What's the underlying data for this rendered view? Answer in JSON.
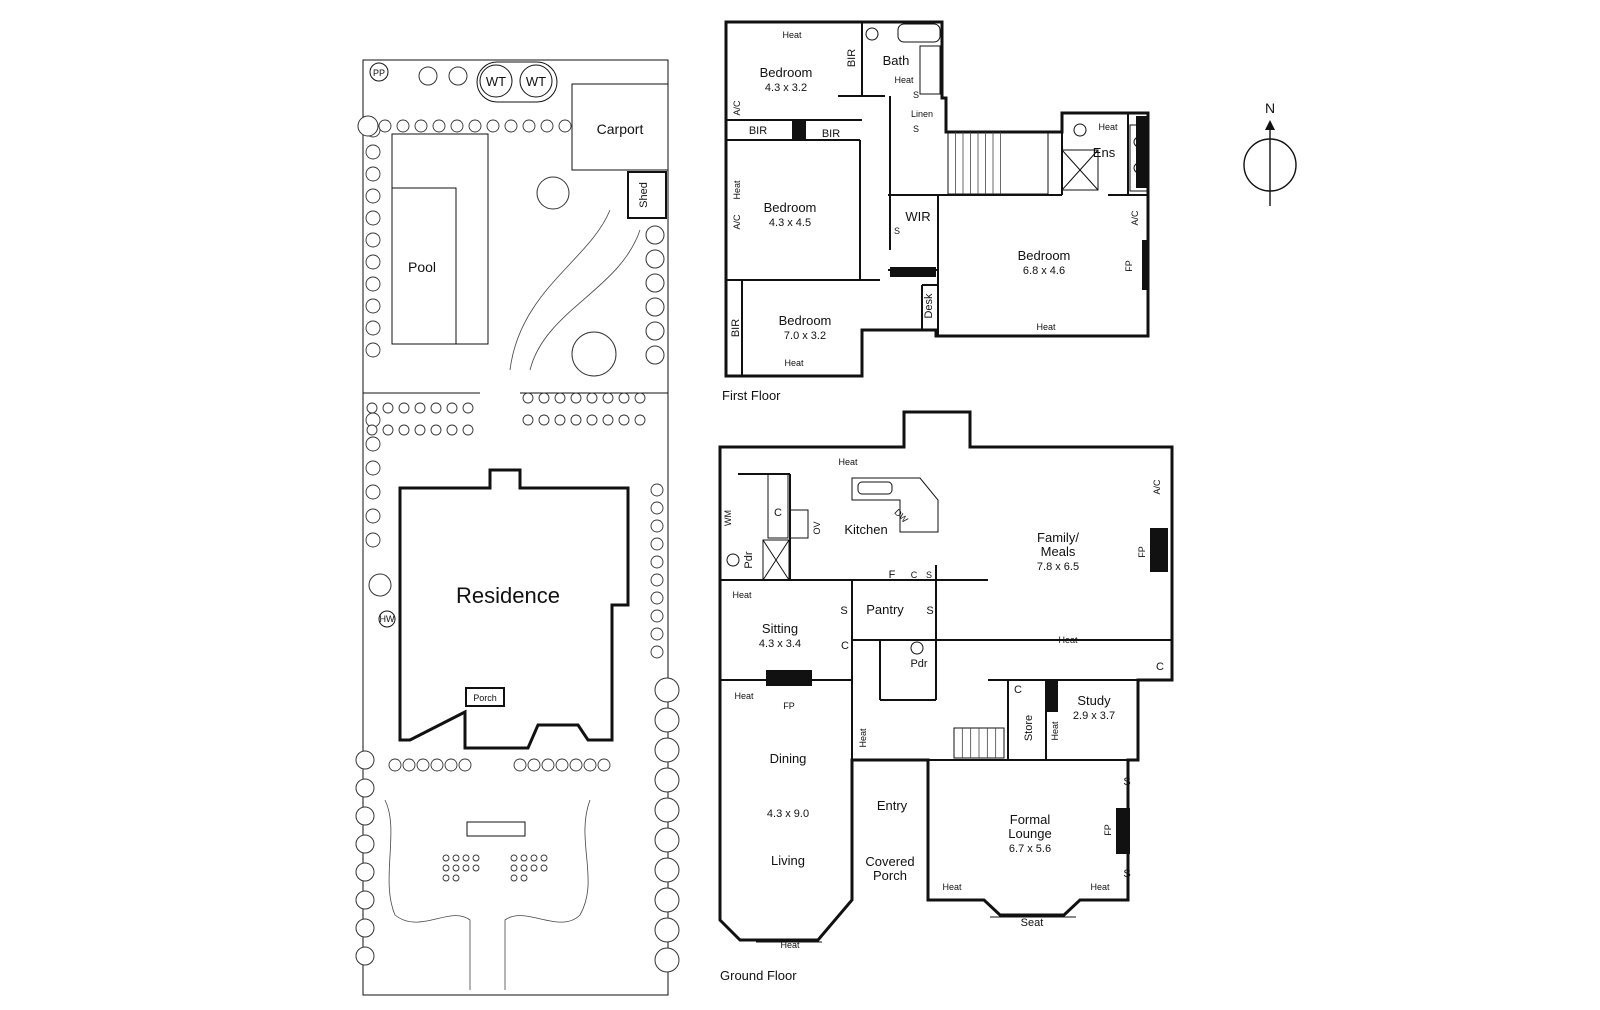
{
  "site": {
    "pp": "PP",
    "wt1": "WT",
    "wt2": "WT",
    "carport": "Carport",
    "shed": "Shed",
    "pool": "Pool",
    "residence": "Residence",
    "hw": "HW",
    "porch": "Porch"
  },
  "first_floor": {
    "caption": "First Floor",
    "bedroom1": {
      "name": "Bedroom",
      "dim": "4.3 x 3.2"
    },
    "bedroom2": {
      "name": "Bedroom",
      "dim": "4.3 x 4.5"
    },
    "bedroom3": {
      "name": "Bedroom",
      "dim": "7.0 x 3.2"
    },
    "bedroom4": {
      "name": "Bedroom",
      "dim": "6.8 x 4.6"
    },
    "bath": "Bath",
    "ens": "Ens",
    "wir": "WIR",
    "desk": "Desk",
    "linen": "Linen",
    "bir": "BIR",
    "ac": "A/C",
    "fp": "FP",
    "heat": "Heat",
    "s": "S"
  },
  "ground_floor": {
    "caption": "Ground Floor",
    "kitchen": "Kitchen",
    "family": {
      "name": "Family/\nMeals",
      "line1": "Family/",
      "line2": "Meals",
      "dim": "7.8 x 6.5"
    },
    "sitting": {
      "name": "Sitting",
      "dim": "4.3 x 3.4"
    },
    "pantry": "Pantry",
    "pdr": "Pdr",
    "study": {
      "name": "Study",
      "dim": "2.9 x 3.7"
    },
    "store": "Store",
    "dining": "Dining",
    "dining_dim": "4.3 x 9.0",
    "living": "Living",
    "entry": "Entry",
    "covered_porch": {
      "line1": "Covered",
      "line2": "Porch"
    },
    "formal_lounge": {
      "line1": "Formal",
      "line2": "Lounge",
      "dim": "6.7 x 5.6"
    },
    "seat": "Seat",
    "wm": "WM",
    "ov": "OV",
    "dw": "DW",
    "c": "C",
    "f": "F",
    "s": "S",
    "fp": "FP",
    "ac": "A/C",
    "heat": "Heat"
  },
  "compass": {
    "label": "N"
  }
}
